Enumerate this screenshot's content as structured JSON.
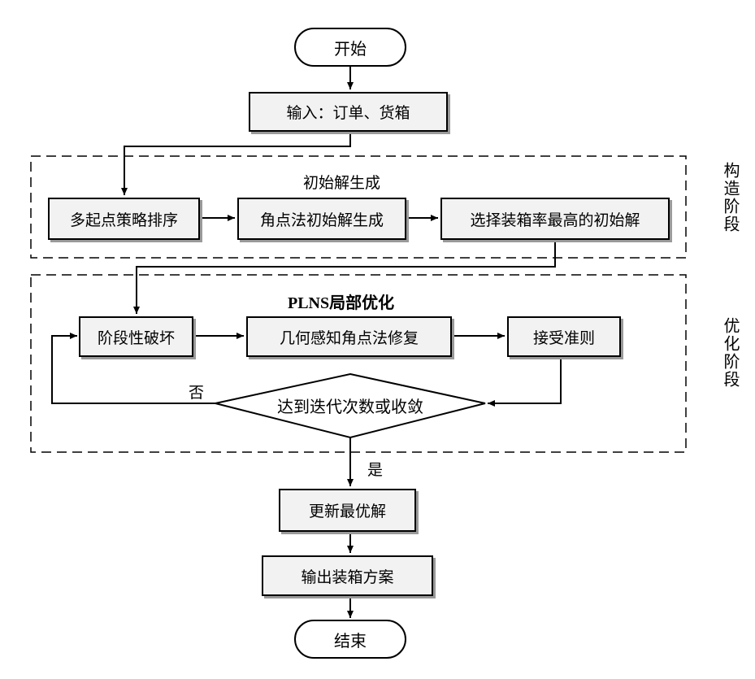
{
  "nodes": {
    "start": "开始",
    "input": "输入：订单、货箱",
    "multi_start": "多起点策略排序",
    "corner_init": "角点法初始解生成",
    "select_best": "选择装箱率最高的初始解",
    "destroy": "阶段性破坏",
    "repair": "几何感知角点法修复",
    "accept": "接受准则",
    "decision": "达到迭代次数或收敛",
    "update_best": "更新最优解",
    "output": "输出装箱方案",
    "end": "结束"
  },
  "groups": {
    "construction_title": "初始解生成",
    "optimization_title": "PLNS局部优化"
  },
  "stages": {
    "construction": "构造阶段",
    "optimization": "优化阶段"
  },
  "edge_labels": {
    "no": "否",
    "yes": "是"
  }
}
